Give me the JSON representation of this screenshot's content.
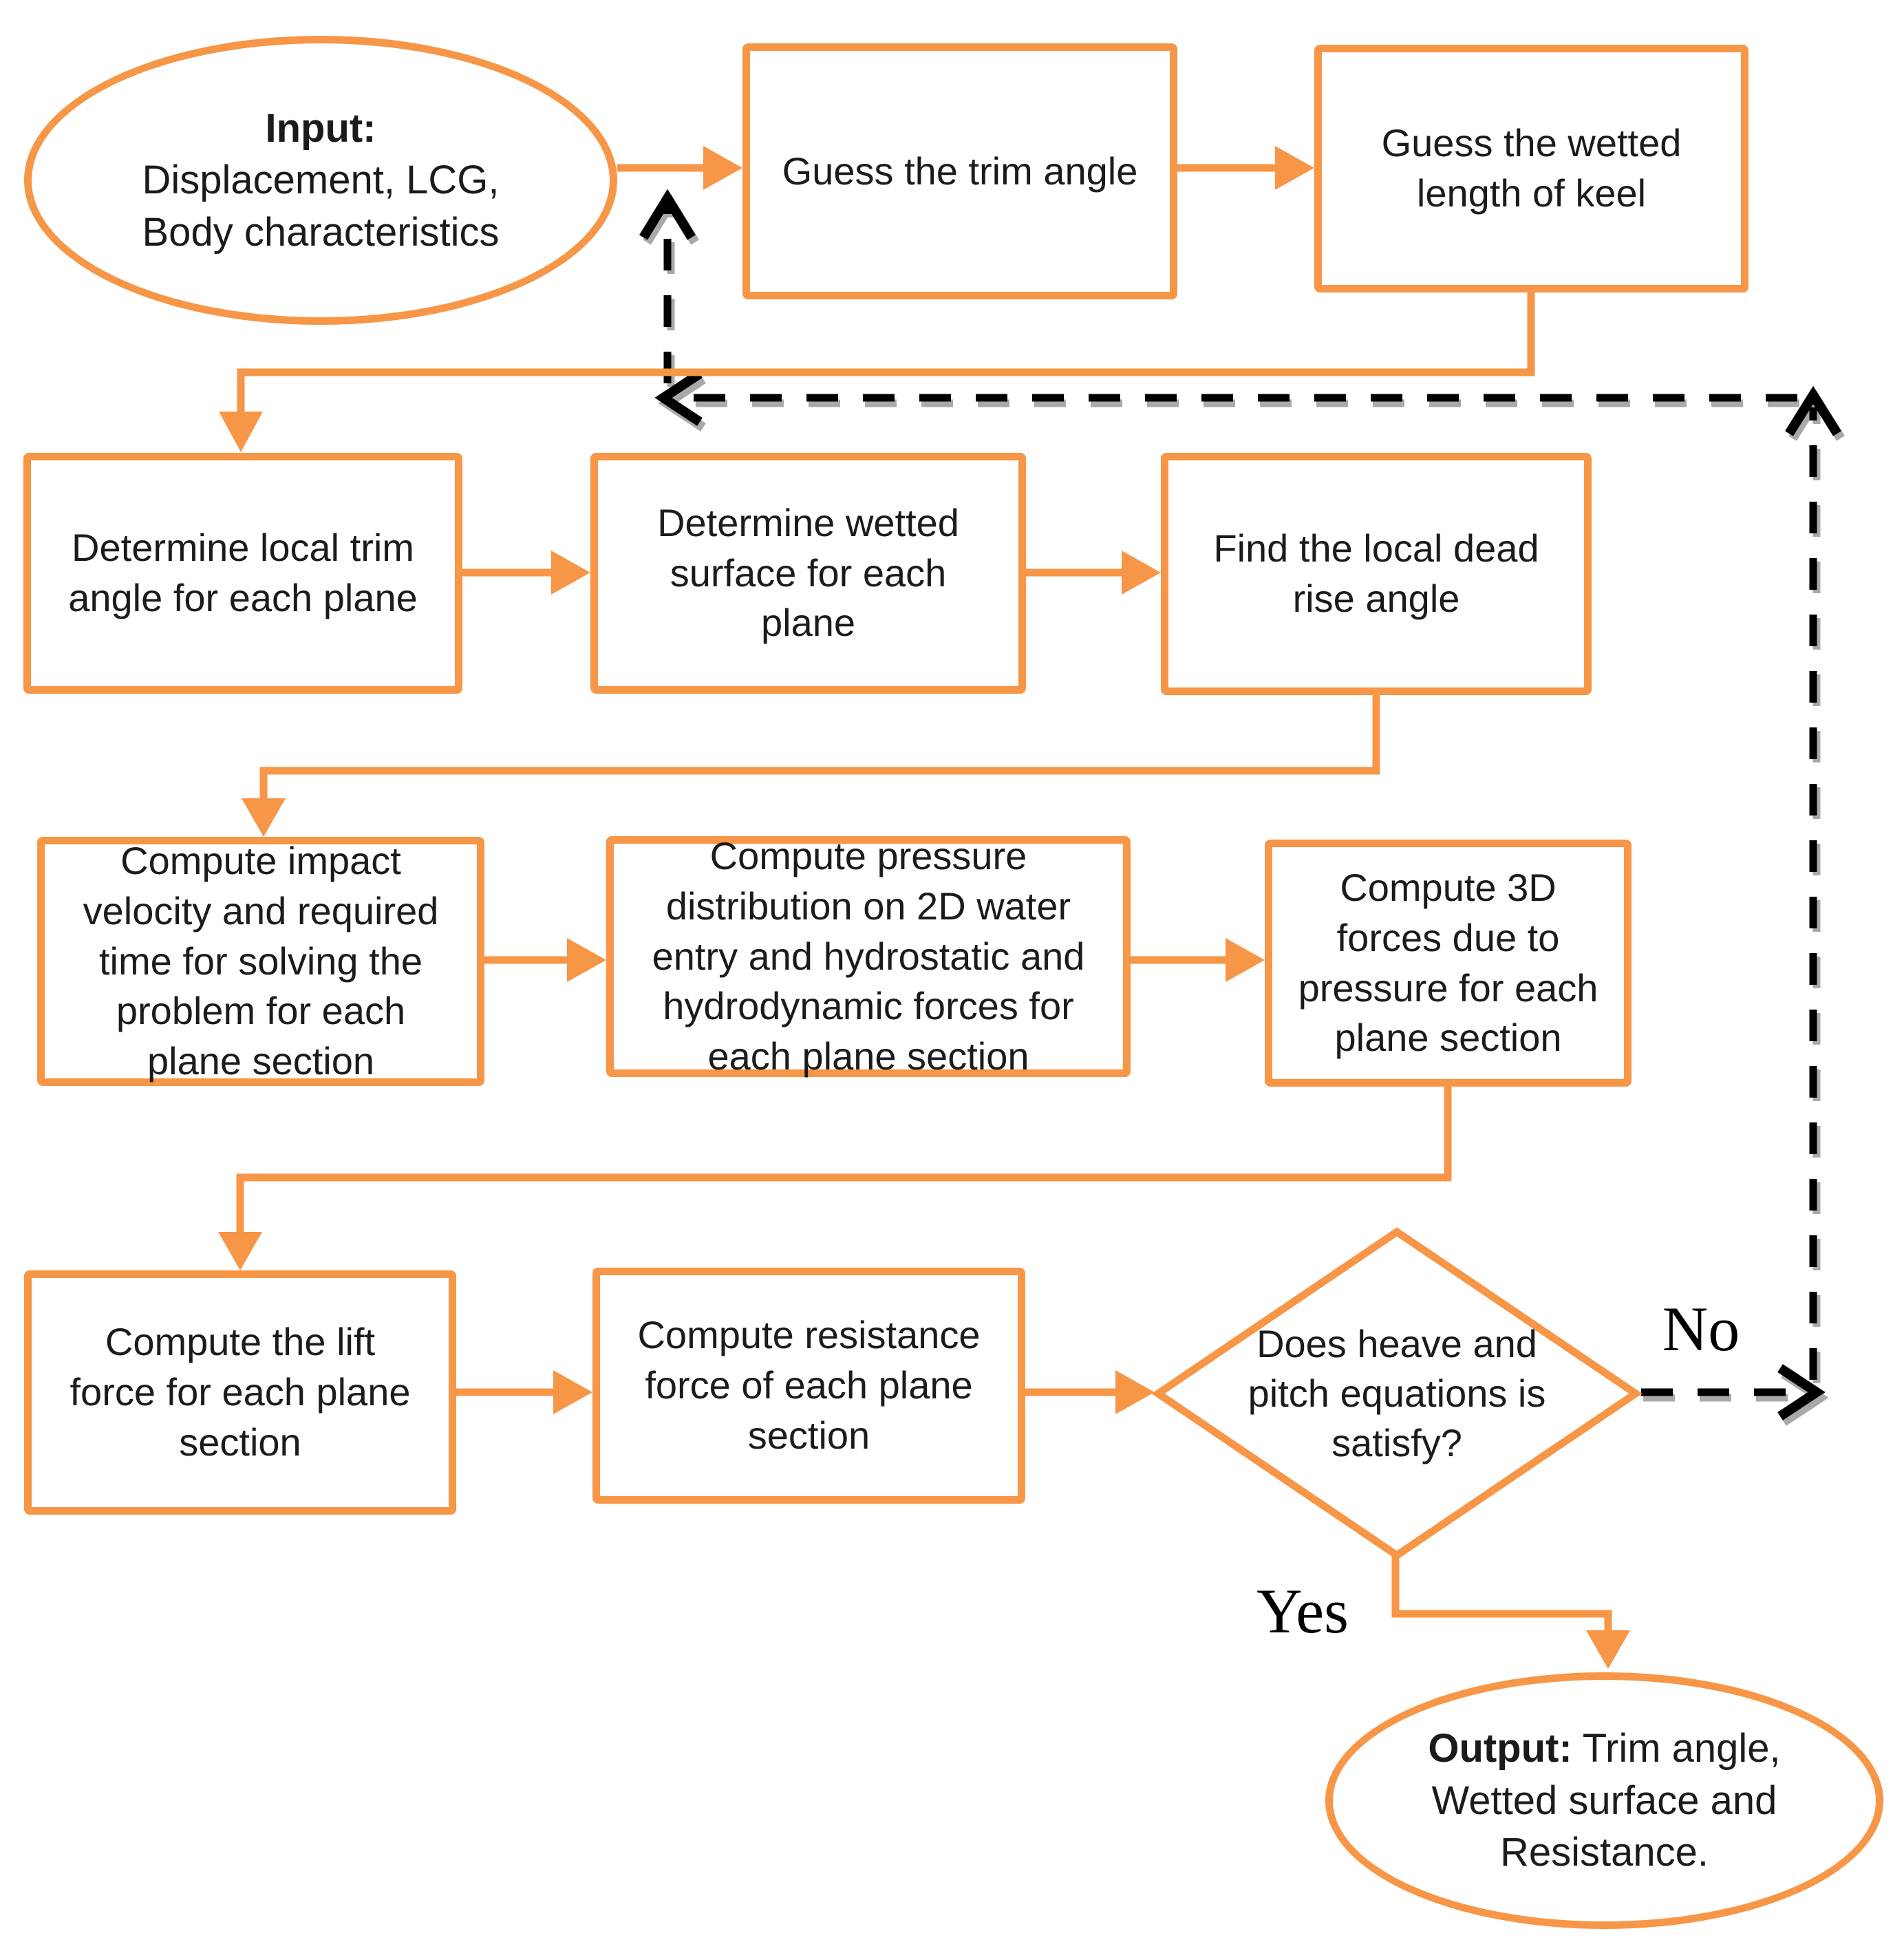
{
  "colors": {
    "accent_orange": "#F79646",
    "dashed_line": "#000000",
    "line_shadow": "#A9A9A9",
    "text": "#1b1b1b"
  },
  "nodes": {
    "input": {
      "prefix": "Input:",
      "lines": [
        "Displacement, LCG,",
        "Body characteristics"
      ]
    },
    "guess_trim": {
      "label": "Guess the trim angle"
    },
    "guess_wetted": {
      "lines": [
        "Guess the wetted",
        "length of keel"
      ]
    },
    "determine_trim": {
      "lines": [
        "Determine local trim",
        "angle for each plane"
      ]
    },
    "determine_wetted": {
      "lines": [
        "Determine wetted",
        "surface for each",
        "plane"
      ]
    },
    "find_dead_rise": {
      "lines": [
        "Find the local dead",
        "rise angle"
      ]
    },
    "compute_impact": {
      "lines": [
        "Compute impact",
        "velocity and required",
        "time for solving the",
        "problem for each",
        "plane section"
      ]
    },
    "compute_pressure": {
      "lines": [
        "Compute pressure",
        "distribution on 2D water",
        "entry and hydrostatic and",
        "hydrodynamic forces for",
        "each plane section"
      ]
    },
    "compute_3d": {
      "lines": [
        "Compute 3D",
        "forces due to",
        "pressure for each",
        "plane section"
      ]
    },
    "compute_lift": {
      "lines": [
        "Compute the lift",
        "force for each plane",
        "section"
      ]
    },
    "compute_resistance": {
      "lines": [
        "Compute resistance",
        "force of each plane",
        "section"
      ]
    },
    "decision": {
      "lines": [
        "Does",
        "heave and",
        "pitch",
        "equations",
        "is satisfy?"
      ]
    },
    "output": {
      "prefix": "Output:",
      "rest": " Trim angle,",
      "lines": [
        "Wetted surface and",
        "Resistance."
      ]
    }
  },
  "labels": {
    "no": "No",
    "yes": "Yes"
  }
}
